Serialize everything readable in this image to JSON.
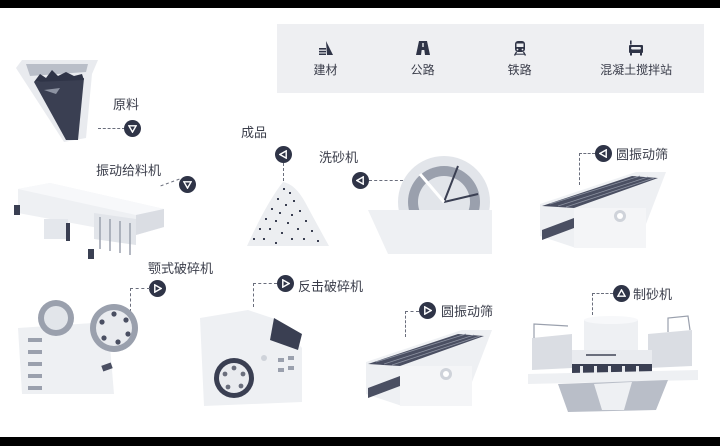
{
  "applications": [
    {
      "label": "建材",
      "icon": "building-materials-icon"
    },
    {
      "label": "公路",
      "icon": "highway-icon"
    },
    {
      "label": "铁路",
      "icon": "railway-train-icon"
    },
    {
      "label": "混凝土搅拌站",
      "icon": "concrete-mixing-station-icon"
    }
  ],
  "machines": {
    "raw_material": {
      "label": "原料"
    },
    "vibrating_feeder": {
      "label": "振动给料机"
    },
    "finished_product": {
      "label": "成品"
    },
    "sand_washer": {
      "label": "洗砂机"
    },
    "vibrating_screen_top": {
      "label": "圆振动筛"
    },
    "jaw_crusher": {
      "label": "颚式破碎机"
    },
    "impact_crusher": {
      "label": "反击破碎机"
    },
    "vibrating_screen_bottom": {
      "label": "圆振动筛"
    },
    "sand_maker": {
      "label": "制砂机"
    }
  },
  "colors": {
    "marker": "#2f3447",
    "bar_bg": "#eeeff2",
    "machine_light": "#e9ebef",
    "machine_mid": "#b9bec8",
    "machine_dark": "#3a3f52"
  }
}
